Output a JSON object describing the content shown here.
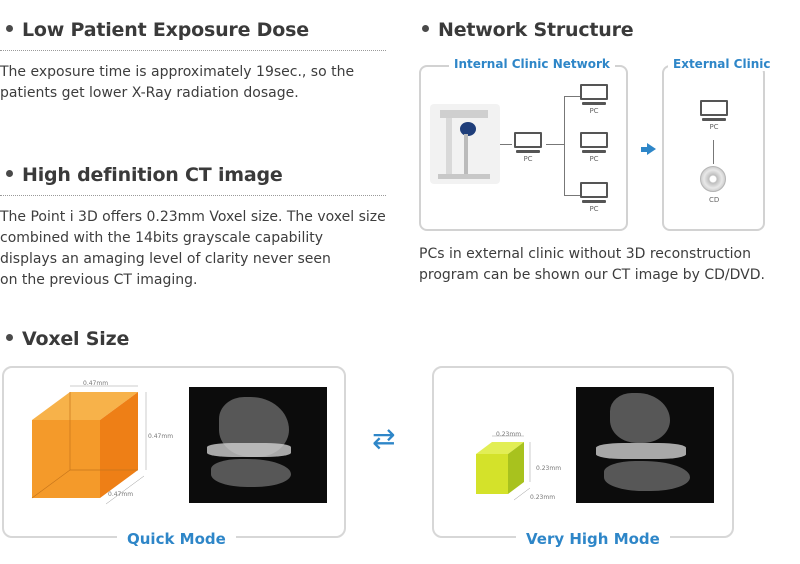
{
  "sections": {
    "exposure": {
      "title": "Low Patient Exposure Dose",
      "lines": [
        "The exposure time is approximately 19sec., so the",
        "patients get lower X-Ray radiation dosage."
      ]
    },
    "ct": {
      "title": "High definition CT image",
      "lines": [
        "The Point i 3D offers 0.23mm Voxel size. The voxel size",
        "combined with the 14bits grayscale capability",
        "displays an amaging level of clarity never seen",
        "on the previous CT imaging."
      ]
    },
    "network": {
      "title": "Network Structure",
      "internal_label": "Internal Clinic Network",
      "external_label": "External Clinic",
      "pc_label": "PC",
      "cd_label": "CD",
      "caption": [
        "PCs in external clinic without 3D reconstruction",
        "program can be shown our CT image by CD/DVD."
      ]
    },
    "voxel": {
      "title": "Voxel Size",
      "quick": {
        "label": "Quick Mode",
        "dim_w": "0.47mm",
        "dim_h": "0.47mm",
        "dim_d": "0.47mm",
        "cube_color": "#f49a2a"
      },
      "high": {
        "label": "Very High Mode",
        "dim_w": "0.23mm",
        "dim_h": "0.23mm",
        "dim_d": "0.23mm",
        "cube_color": "#d4e22a"
      },
      "swap_arrows": "⇄"
    }
  },
  "colors": {
    "accent": "#2e86c8",
    "heading": "#3a3a3a",
    "border": "#d2d2d2"
  }
}
